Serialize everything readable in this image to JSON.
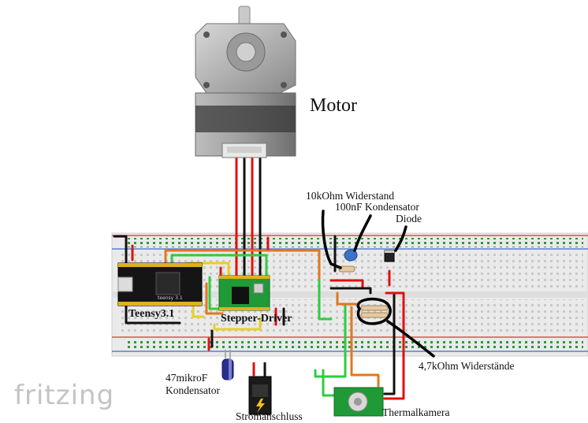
{
  "labels": {
    "motor": "Motor",
    "resistor_10k": "10kOhm Widerstand",
    "capacitor_100nf": "100nF Kondensator",
    "diode": "Diode",
    "teensy": "Teensy3.1",
    "stepper_driver": "Stepper-Driver",
    "resistors_4k7": "4,7kOhm Widerstände",
    "capacitor_47u_line1": "47mikroF",
    "capacitor_47u_line2": "Kondensator",
    "power": "Stromanschluss",
    "thermal_camera": "Thermalkamera",
    "teensy_silk": "teensy 3.1"
  },
  "brand": "fritzing",
  "colors": {
    "breadboard": "#e9e9e9",
    "rail_red": "#e05050",
    "rail_blue": "#5a7fd0",
    "hole_green": "#2e9a3a",
    "pcb_green": "#1f9a36",
    "wire_red": "#e01010",
    "wire_black": "#111111",
    "wire_orange": "#e07820",
    "wire_yellow": "#e8d020",
    "wire_green": "#2ecc40",
    "motor_body": "#9a9a9a",
    "brand_grey": "#c4c4c4"
  }
}
